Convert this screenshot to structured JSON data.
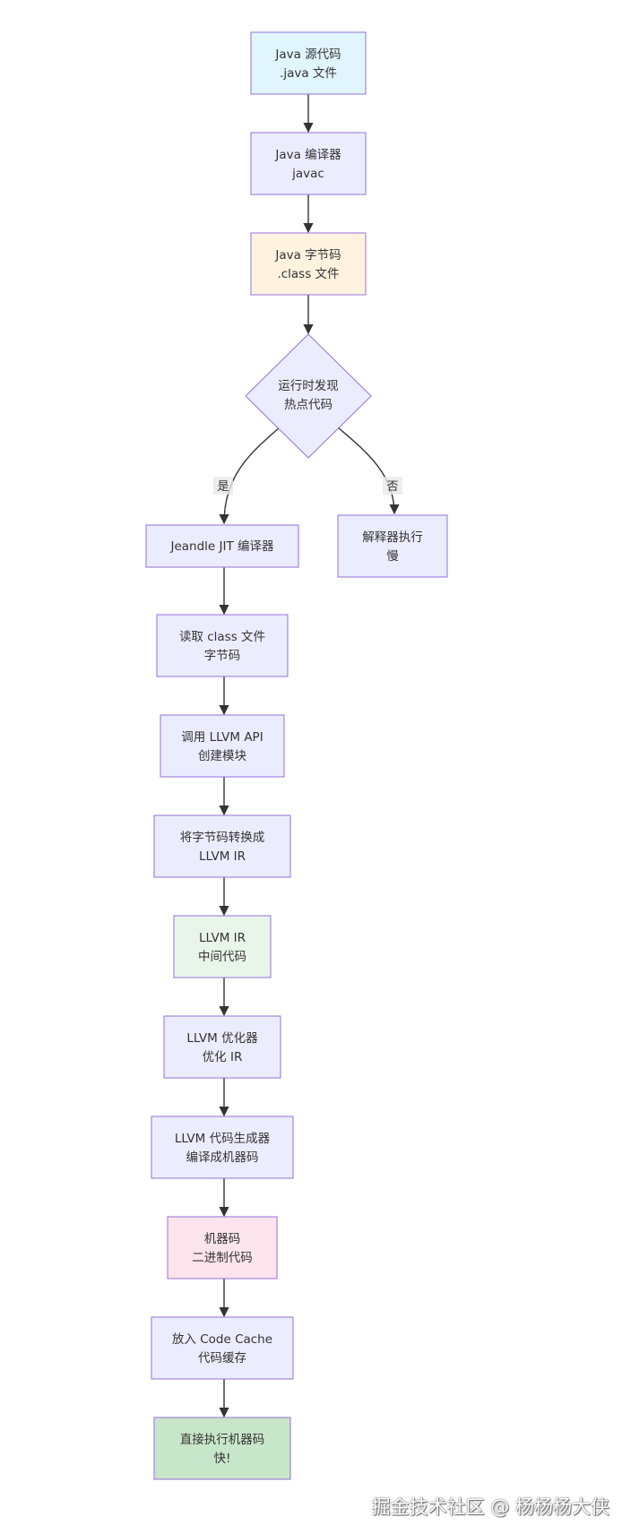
{
  "nodes": {
    "java_source": {
      "line1": "Java 源代码",
      "line2": ".java 文件"
    },
    "javac": {
      "line1": "Java 编译器",
      "line2": "javac"
    },
    "bytecode": {
      "line1": "Java 字节码",
      "line2": ".class 文件"
    },
    "hotspot": {
      "line1": "运行时发现",
      "line2": "热点代码"
    },
    "jeandle": {
      "line1": "Jeandle JIT 编译器"
    },
    "interpreter": {
      "line1": "解释器执行",
      "line2": "慢"
    },
    "read_class": {
      "line1": "读取 class 文件",
      "line2": "字节码"
    },
    "llvm_api": {
      "line1": "调用 LLVM API",
      "line2": "创建模块"
    },
    "convert_ir": {
      "line1": "将字节码转换成",
      "line2": "LLVM IR"
    },
    "llvm_ir": {
      "line1": "LLVM IR",
      "line2": "中间代码"
    },
    "llvm_opt": {
      "line1": "LLVM 优化器",
      "line2": "优化 IR"
    },
    "llvm_codegen": {
      "line1": "LLVM 代码生成器",
      "line2": "编译成机器码"
    },
    "machine_code": {
      "line1": "机器码",
      "line2": "二进制代码"
    },
    "code_cache": {
      "line1": "放入 Code Cache",
      "line2": "代码缓存"
    },
    "execute": {
      "line1": "直接执行机器码",
      "line2": "快!"
    }
  },
  "edge_labels": {
    "yes": "是",
    "no": "否"
  },
  "watermark": "掘金技术社区 @ 杨杨杨大侠",
  "colors": {
    "default_fill": "#ECECFF",
    "default_stroke": "#9370DB",
    "source_fill": "#E1F5FE",
    "bytecode_fill": "#FFF3E0",
    "ir_fill": "#E8F5E9",
    "machine_fill": "#FCE4EC",
    "execute_fill": "#C8E6C9",
    "edge": "#333333"
  }
}
